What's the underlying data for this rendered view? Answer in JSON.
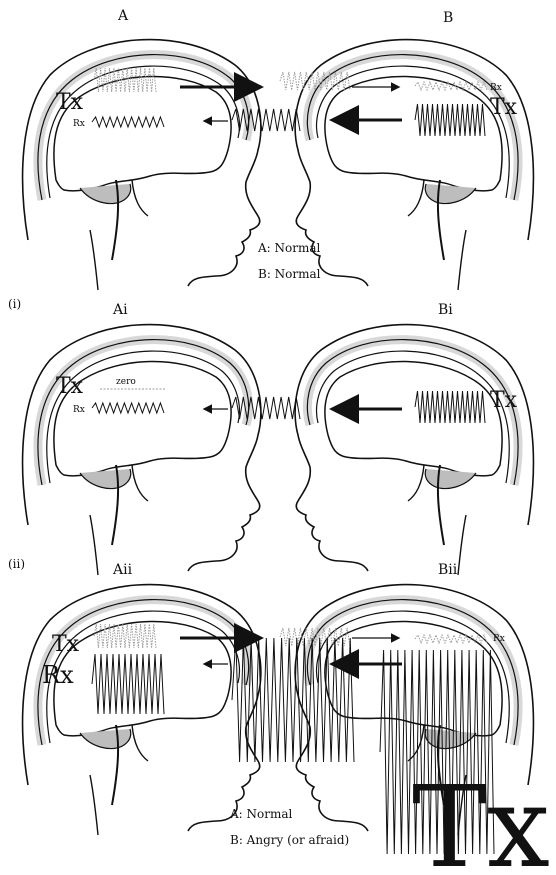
{
  "panels": [
    {
      "id": "top",
      "section_label": "",
      "left_label": "A",
      "right_label": "B",
      "left_tx": "Tx",
      "left_rx": "Rx",
      "right_rx": "Rx",
      "right_tx": "Tx",
      "caption_a": "A: Normal",
      "caption_b": "B: Normal"
    },
    {
      "id": "i",
      "section_label": "(i)",
      "left_label": "Ai",
      "right_label": "Bi",
      "left_tx": "Tx",
      "left_zero": "zero",
      "left_rx": "Rx",
      "right_tx": "Tx"
    },
    {
      "id": "ii",
      "section_label": "(ii)",
      "left_label": "Aii",
      "right_label": "Bii",
      "left_tx": "Tx",
      "left_rx": "Rx",
      "right_rx": "Rx",
      "big_tx": "Tx",
      "caption_a": "A: Normal",
      "caption_b": "B: Angry (or afraid)"
    }
  ],
  "colors": {
    "ink": "#111111",
    "gray": "#9a9a9a",
    "skull": "#d8d8d8"
  }
}
